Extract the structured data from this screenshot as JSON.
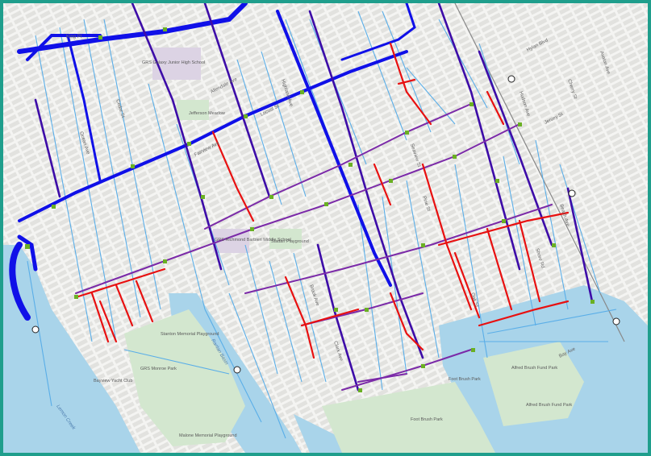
{
  "map": {
    "colors": {
      "frame": "#1f9e8c",
      "land": "#f4f4f2",
      "block": "#e3e3e0",
      "water": "#a9d4ea",
      "park": "#d3e7cf",
      "school": "#dcd3e4",
      "trunk_sewer": "#1010e8",
      "interceptor": "#3d0ca8",
      "force_main": "#7b2aa8",
      "problem_segment": "#e81010",
      "lateral": "#5aaee8",
      "manhole": "#6ab023"
    },
    "place_labels": {
      "king_pl": "King Pl",
      "ps_galaxy": "GRS Galaxy Junior High School",
      "jefferson": "Jefferson Meadow",
      "playground_center": "Stattan Playground",
      "ps_richmond": "GRS Richmond Barbieri Middle School",
      "yacht_club": "Bayview Yacht Club",
      "ps_monroe": "GRS Monroe Park",
      "stanton_playground": "Stanton Memorial Playground",
      "malone": "Malone Memorial Playground",
      "foot_brush_a": "Foot Brush Park",
      "foot_brush_b": "Foot Brush Park",
      "alfred_brush": "Alfred Brush Fund Park",
      "alfred_brush_2": "Alfred Brush Fund Park",
      "channel": "Raritan Basin",
      "lemon_creek": "Lemon Creek"
    },
    "street_labels": {
      "s1": "Ocean Ave",
      "s2": "Cedar St",
      "s3": "Allendale Ave",
      "s4": "Locust St",
      "s5": "Highland Ave",
      "s6": "Seaview St",
      "s7": "Hudson Ave",
      "s8": "Hylan Blvd",
      "s9": "Cherry St",
      "s10": "Avalon Ave",
      "s11": "Jersey St",
      "s12": "Beach Ave",
      "s13": "Shore Rd",
      "s14": "Oak St",
      "s15": "Brook Ave",
      "s16": "Clark Ave",
      "s17": "Fairview Ave",
      "s18": "Pine St",
      "s19": "Bay Ave"
    }
  }
}
